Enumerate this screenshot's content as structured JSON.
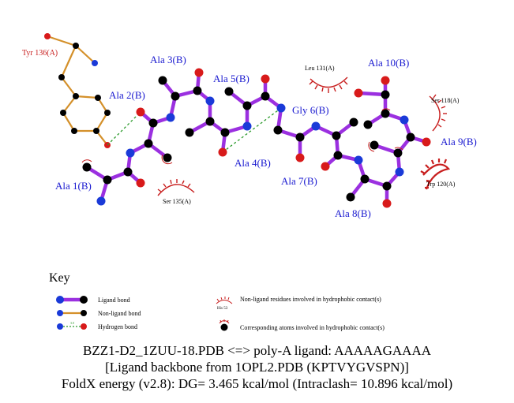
{
  "residues": {
    "ala1": "Ala 1(B)",
    "ala2": "Ala 2(B)",
    "ala3": "Ala 3(B)",
    "ala4": "Ala 4(B)",
    "ala5": "Ala 5(B)",
    "gly6": "Gly 6(B)",
    "ala7": "Ala 7(B)",
    "ala8": "Ala 8(B)",
    "ala9": "Ala 9(B)",
    "ala10": "Ala 10(B)",
    "tyr136": "Tyr 136(A)",
    "leu131": "Leu 131(A)",
    "ser118": "Ser 118(A)",
    "ser135": "Ser 135(A)",
    "trp120": "Trp 120(A)"
  },
  "key": {
    "title": "Key",
    "ligand_bond": "Ligand bond",
    "nonligand_bond": "Non-ligand bond",
    "hydrogen_bond": "Hydrogen bond",
    "hbond_distance": "3.0",
    "hydrophobic_residues": "Non-ligand residues involved in hydrophobic contact(s)",
    "hydrophobic_atoms": "Corresponding atoms involved in hydrophobic contact(s)",
    "example_residue": "His 53"
  },
  "caption": {
    "line1": "BZZ1-D2_1ZUU-18.PDB <=> poly-A ligand: AAAAAGAAAA",
    "line2": "[Ligand backbone from 1OPL2.PDB (KPTVYGVSPN)]",
    "line3": "FoldX energy (v2.8): DG= 3.465 kcal/mol (Intraclash= 10.896 kcal/mol)"
  },
  "colors": {
    "ligand_bond": "#9b30e0",
    "nonligand_bond": "#d4902a",
    "hbond": "#2a9a2a",
    "carbon": "#000000",
    "nitrogen": "#1a3ad8",
    "oxygen": "#d81a1a",
    "hydrophobic_arc": "#c81e1e"
  }
}
